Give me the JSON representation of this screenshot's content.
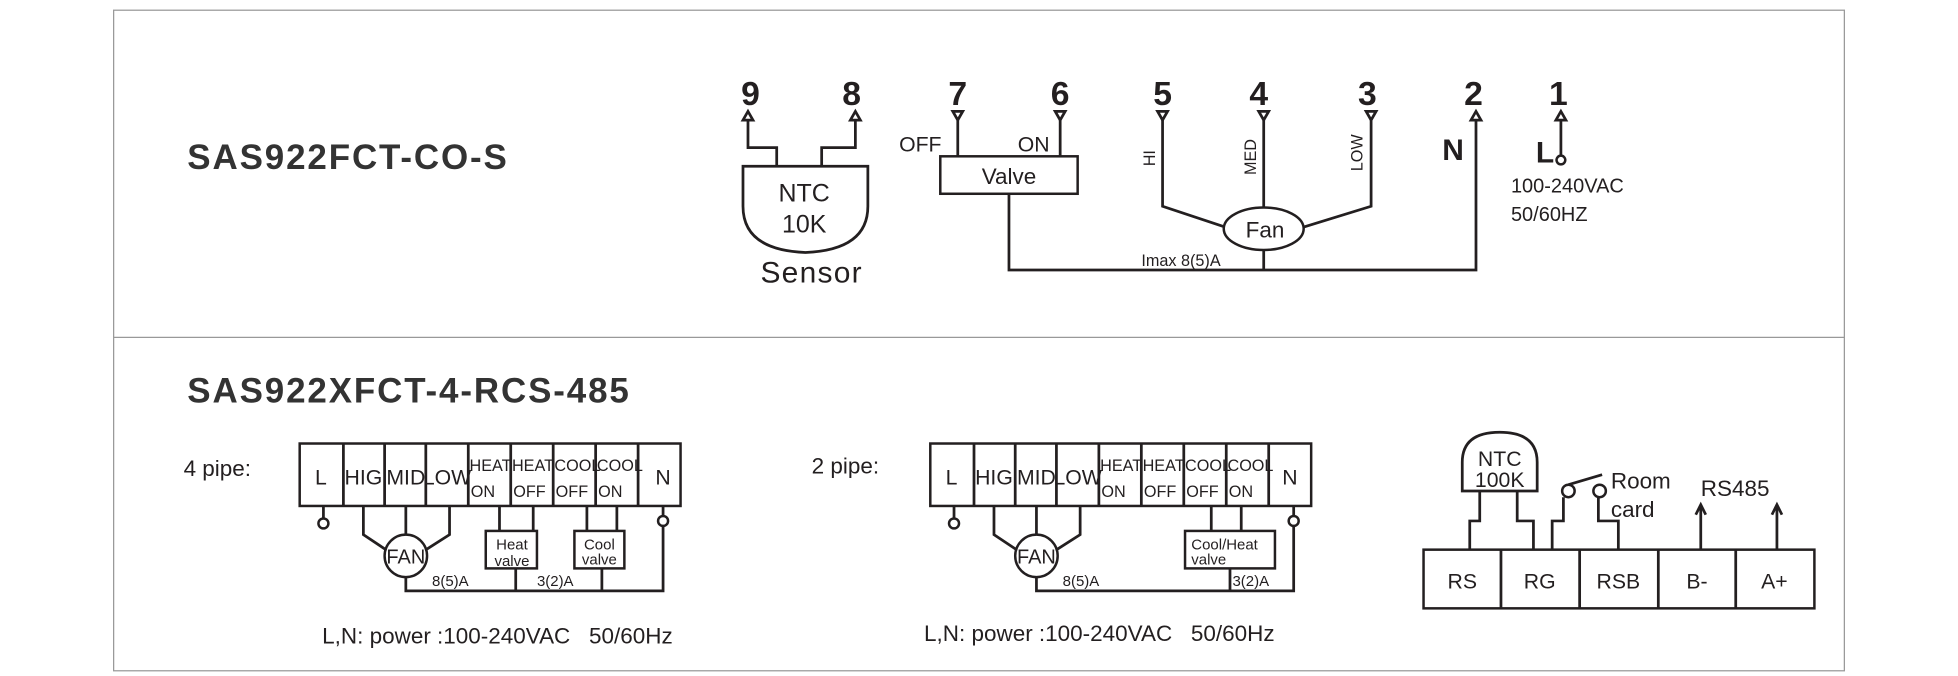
{
  "top": {
    "title": "SAS922FCT-CO-S",
    "terminals": [
      "9",
      "8",
      "7",
      "6",
      "5",
      "4",
      "3",
      "2",
      "1"
    ],
    "sensor": {
      "line1": "NTC",
      "line2": "10K",
      "label": "Sensor"
    },
    "valve": {
      "label": "Valve",
      "off": "OFF",
      "on": "ON"
    },
    "fan": {
      "label": "Fan",
      "hi": "HI",
      "med": "MED",
      "low": "LOW"
    },
    "imax": "Imax 8(5)A",
    "neutral": "N",
    "live": "L",
    "power1": "100-240VAC",
    "power2": "50/60HZ"
  },
  "bottom": {
    "title": "SAS922XFCT-4-RCS-485",
    "cells": {
      "l": "L",
      "hig": "HIG",
      "mid": "MID",
      "low": "LOW",
      "heat": "HEAT",
      "cool": "COOL",
      "on": "ON",
      "off": "OFF",
      "n": "N"
    },
    "fan": "FAN",
    "rating1": "8(5)A",
    "rating2": "3(2)A",
    "four_pipe": {
      "label": "4 pipe:",
      "heat_valve": [
        "Heat",
        "valve"
      ],
      "cool_valve": [
        "Cool",
        "valve"
      ],
      "power": "L,N: power :100-240VAC   50/60Hz"
    },
    "two_pipe": {
      "label": "2 pipe:",
      "valve": [
        "Cool/Heat",
        "valve"
      ],
      "power": "L,N: power :100-240VAC   50/60Hz"
    },
    "rs": {
      "ntc": [
        "NTC",
        "100K"
      ],
      "room": [
        "Room",
        "card"
      ],
      "rs485": "RS485",
      "cells": [
        "RS",
        "RG",
        "RSB",
        "B-",
        "A+"
      ]
    }
  }
}
